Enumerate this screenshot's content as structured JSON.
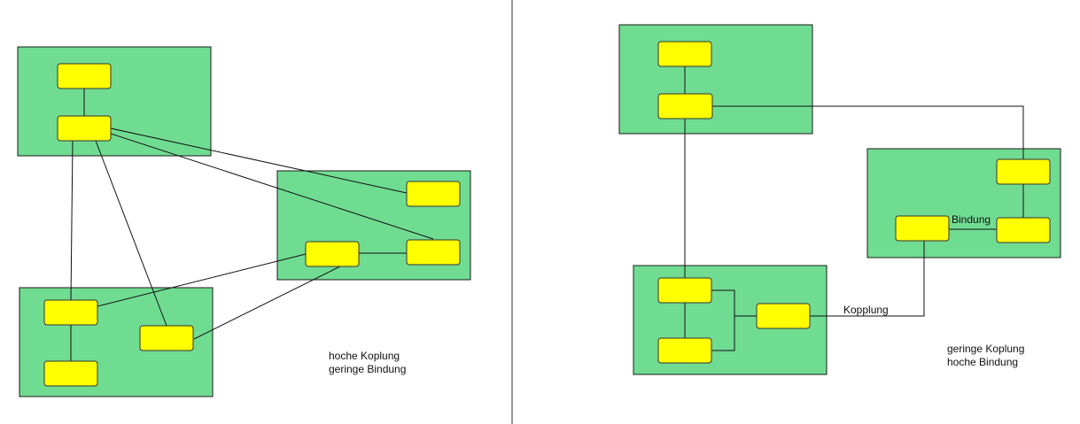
{
  "left": {
    "caption_line1": "hoche Koplung",
    "caption_line2": "geringe Bindung"
  },
  "right": {
    "caption_line1": "geringe Koplung",
    "caption_line2": "hoche Bindung",
    "coupling_label": "Kopplung",
    "cohesion_label": "Bindung"
  },
  "colors": {
    "module_fill": "#70dc92",
    "component_fill": "#ffff00"
  }
}
